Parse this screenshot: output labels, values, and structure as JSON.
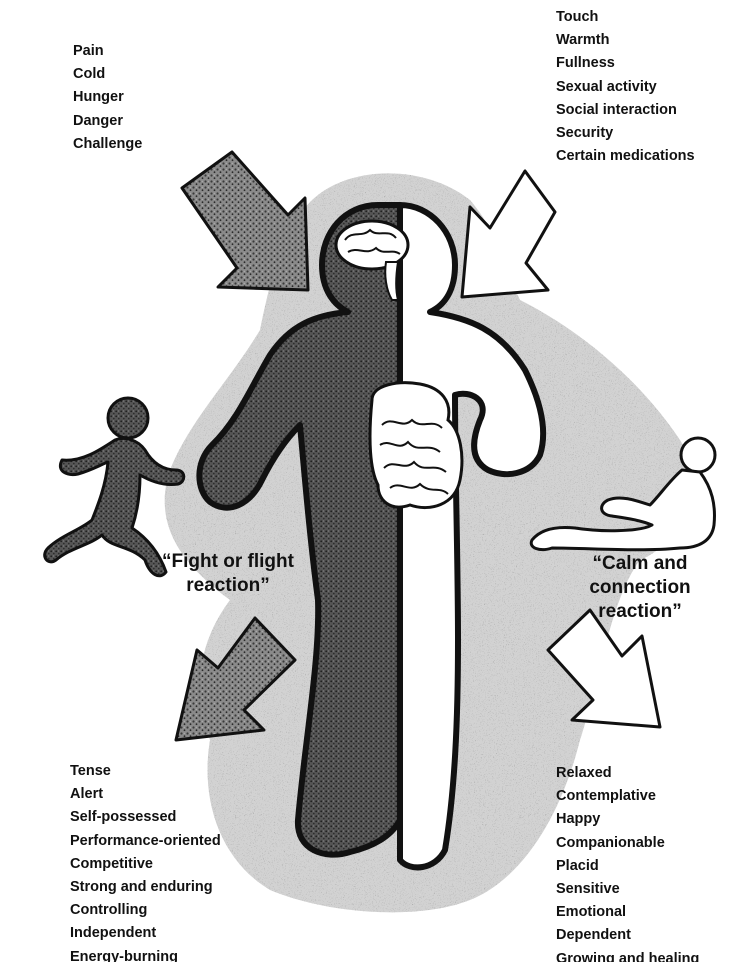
{
  "diagram": {
    "input_arrows": {
      "stressors": {
        "items": [
          "Pain",
          "Cold",
          "Hunger",
          "Danger",
          "Challenge"
        ]
      },
      "comforts": {
        "items": [
          "Touch",
          "Warmth",
          "Fullness",
          "Sexual activity",
          "Social interaction",
          "Security",
          "Certain medications"
        ]
      }
    },
    "reactions": {
      "fight_or_flight": {
        "label_line1": "“Fight or flight",
        "label_line2": "reaction”"
      },
      "calm_and_connection": {
        "label_line1": "“Calm and",
        "label_line2": "connection",
        "label_line3": "reaction”"
      }
    },
    "outcomes": {
      "fight_or_flight": {
        "items": [
          "Tense",
          "Alert",
          "Self-possessed",
          "Performance-oriented",
          "Competitive",
          "Strong and enduring",
          "Controlling",
          "Independent",
          "Energy-burning"
        ]
      },
      "calm_and_connection": {
        "items": [
          "Relaxed",
          "Contemplative",
          "Happy",
          "Companionable",
          "Placid",
          "Sensitive",
          "Emotional",
          "Dependent",
          "Growing and healing"
        ]
      }
    },
    "colors": {
      "ink": "#111111",
      "dark_fill": "#4a4a4a",
      "halo": "#c9c9c9",
      "light_fill": "#ffffff"
    }
  }
}
